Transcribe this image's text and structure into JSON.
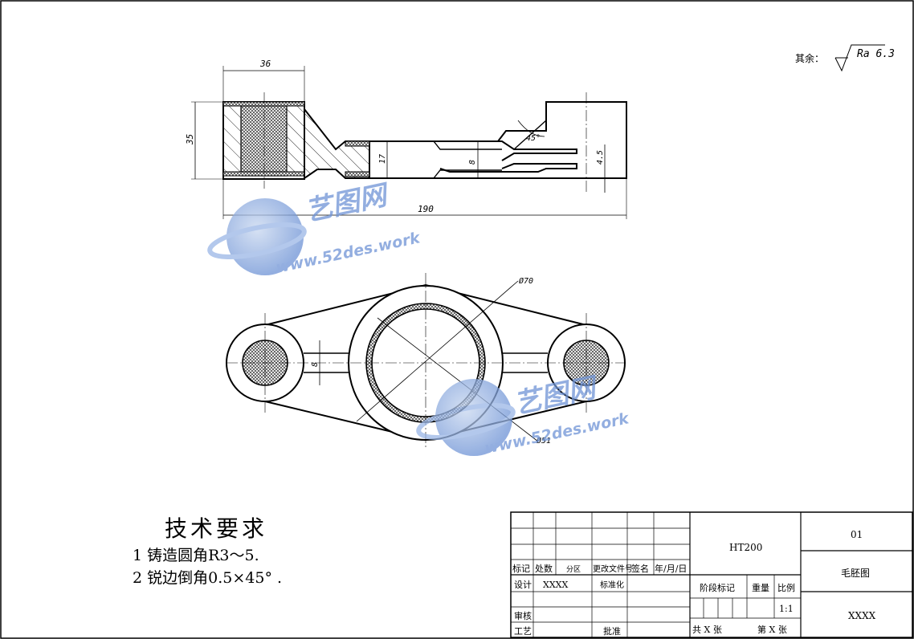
{
  "roughness": {
    "prefix": "其余：",
    "value": "Ra 6.3"
  },
  "dimensions": {
    "top_width": "36",
    "left_height": "35",
    "slot_height": "17",
    "inner_gap": "8",
    "chamfer_angle": "45°",
    "depth": "4.5",
    "overall_length": "190",
    "outer_dia": "Ø70",
    "inner_dia": "Ø51",
    "arm_width": "8"
  },
  "watermark": {
    "brand": "艺图网",
    "url": "www.52des.work"
  },
  "requirements": {
    "title": "技术要求",
    "item1": "1  铸造圆角R3～5.",
    "item2": "2  锐边倒角0.5×45°   ."
  },
  "title_block": {
    "material": "HT200",
    "drawing_no": "01",
    "drawing_name": "毛胚图",
    "company": "XXXX",
    "mark": "标记",
    "count": "处数",
    "zone": "分区",
    "doc_no": "更改文件号",
    "sign": "签名",
    "date": "年/月/日",
    "design": "设计",
    "design_name": "XXXX",
    "standard": "标准化",
    "stage_mark": "阶段标记",
    "weight": "重量",
    "scale_label": "比例",
    "scale_value": "1:1",
    "review": "审核",
    "process": "工艺",
    "approve": "批准",
    "total_sheets": "共  X  张",
    "sheet_no": "第  X  张"
  }
}
